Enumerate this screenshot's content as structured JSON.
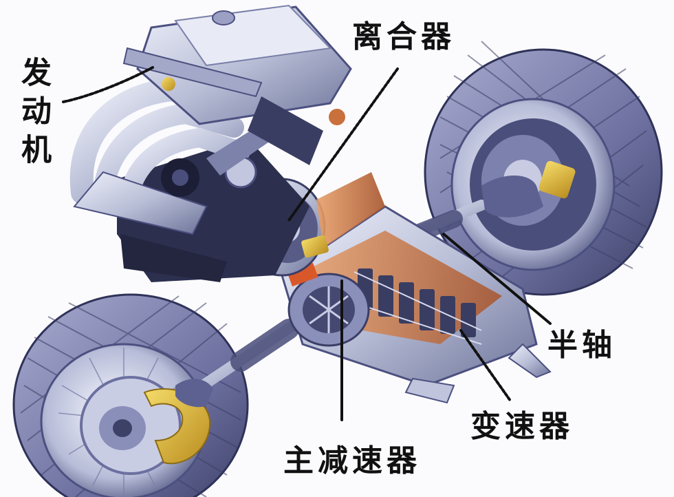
{
  "labels": {
    "engine": "发动机",
    "clutch": "离合器",
    "half_shaft": "半轴",
    "gearbox": "变速器",
    "final_drive": "主减速器"
  },
  "colors": {
    "metal": "#b9bfd6",
    "metal_dark": "#6c7398",
    "tire": "#7f82ad",
    "tire_dark": "#3a3d62",
    "copper": "#c9703c",
    "caliper": "#e1b93a",
    "leader": "#111111"
  },
  "icons": [
    "engine-icon",
    "clutch-icon",
    "gearbox-icon",
    "differential-icon",
    "wheel-icon",
    "brake-disc-icon",
    "caliper-icon"
  ]
}
